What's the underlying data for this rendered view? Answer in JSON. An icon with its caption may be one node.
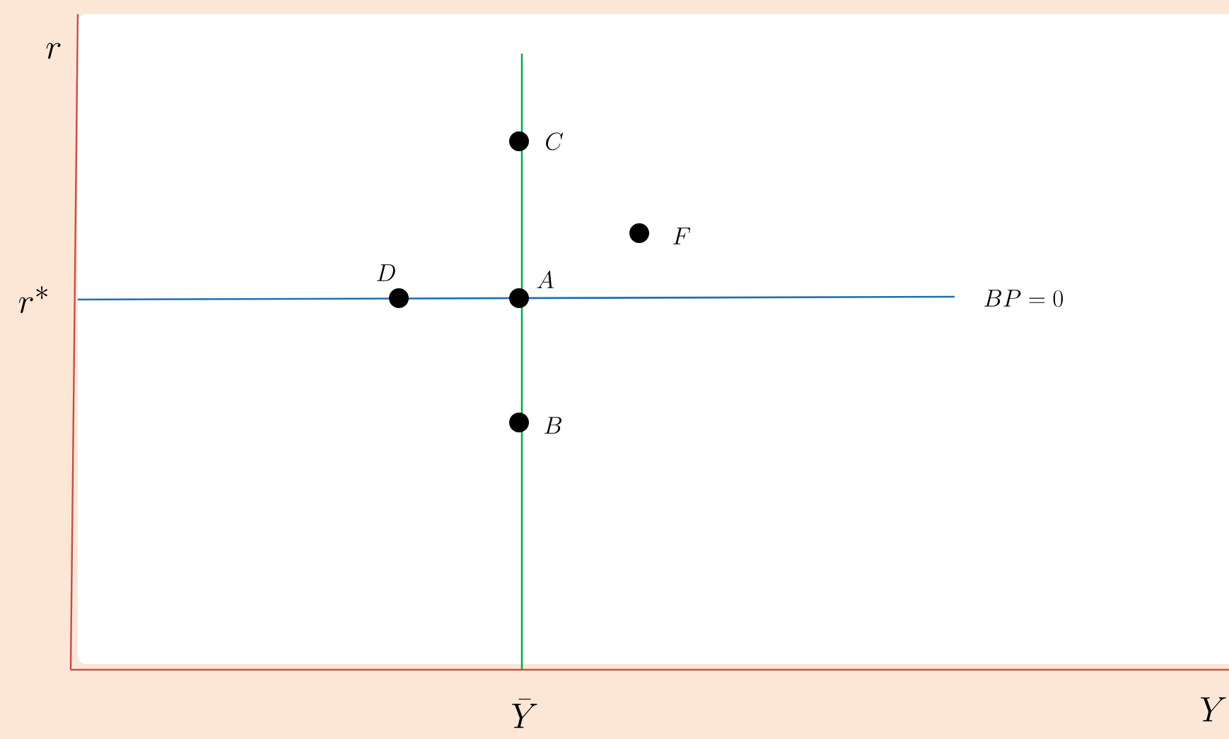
{
  "diagram": {
    "labels": [
      "r",
      "C",
      "F",
      "r^*",
      "D",
      "A",
      "BP = 0",
      "B",
      "\\bar{Y}",
      "Y"
    ]
  }
}
